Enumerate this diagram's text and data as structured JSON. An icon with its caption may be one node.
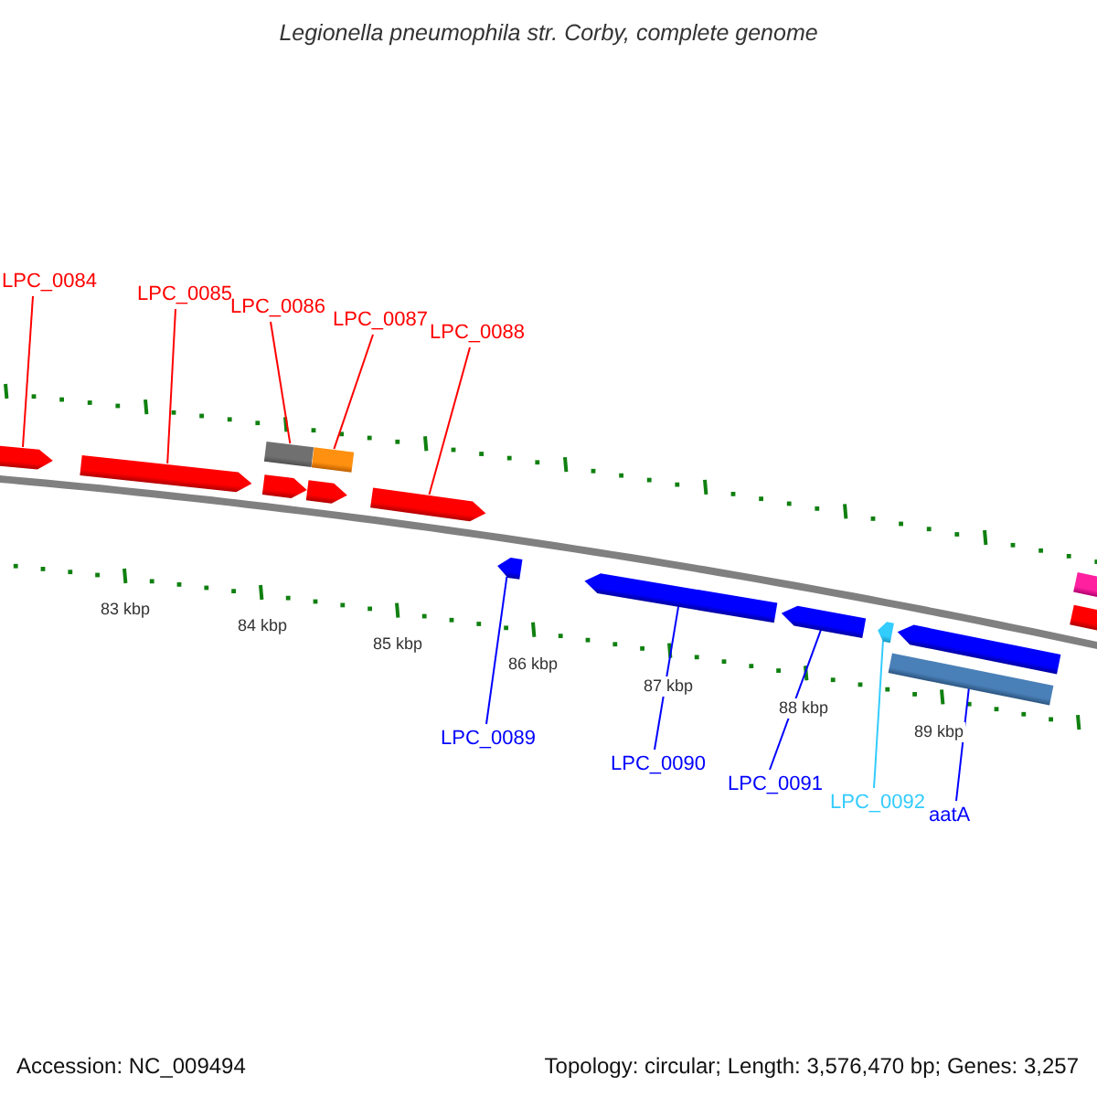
{
  "diagram": {
    "title": "Legionella pneumophila str. Corby, complete genome",
    "nodes": [
      {
        "text": [
          "LPC_0084"
        ]
      },
      {
        "text": [
          "LPC_0085"
        ]
      },
      {
        "text": [
          "LPC_0086"
        ]
      },
      {
        "text": [
          "LPC_0087"
        ]
      },
      {
        "text": [
          "LPC_0088"
        ]
      },
      {
        "text": [],
        "shape": "pentagon"
      },
      {
        "text": [],
        "shape": "pentagon"
      },
      {
        "text": [],
        "shape": "bar"
      },
      {
        "text": [],
        "shape": "bar"
      },
      {
        "text": [],
        "shape": "pentagon"
      },
      {
        "text": [],
        "shape": "pentagon"
      },
      {
        "text": [],
        "shape": "pentagon"
      },
      {
        "text": [],
        "shape": "pentagon"
      },
      {
        "text": [],
        "shape": "pentagon"
      },
      {
        "text": [],
        "shape": "pentagon"
      },
      {
        "text": [],
        "shape": "pentagon"
      },
      {
        "text": [],
        "shape": "pentagon"
      },
      {
        "text": [],
        "shape": "bar"
      },
      {
        "text": [],
        "shape": "bar"
      },
      {
        "text": [],
        "shape": "bar"
      },
      {
        "text": [
          "LPC_0089"
        ]
      },
      {
        "text": [
          "LPC_0090"
        ]
      },
      {
        "text": [
          "LPC_0091"
        ]
      },
      {
        "text": [
          "LPC_0092"
        ]
      },
      {
        "text": [
          "aatA"
        ]
      }
    ],
    "edges": [
      {
        "from": 0,
        "to": 5,
        "arrow": "none"
      },
      {
        "from": 1,
        "to": 6,
        "arrow": "none"
      },
      {
        "from": 2,
        "to": 7,
        "arrow": "none"
      },
      {
        "from": 3,
        "to": 8,
        "arrow": "none"
      },
      {
        "from": 4,
        "to": 11,
        "arrow": "none"
      },
      {
        "from": 20,
        "to": 12,
        "arrow": "none",
        "color": "#0000ff"
      },
      {
        "from": 21,
        "to": 13,
        "arrow": "none",
        "color": "#0000ff"
      },
      {
        "from": 22,
        "to": 14,
        "arrow": "none",
        "color": "#0000ff"
      },
      {
        "from": 23,
        "to": 15,
        "arrow": "none",
        "color": "#33ccff"
      },
      {
        "from": 24,
        "to": 17,
        "arrow": "none",
        "color": "#0000ff"
      }
    ],
    "labels": [
      "83 kbp",
      "84 kbp",
      "85 kbp",
      "86 kbp",
      "87 kbp",
      "88 kbp",
      "89 kbp",
      "Accession: NC_009494",
      "Topology: circular; Length: 3,576,470 bp; Genes: 3,257"
    ]
  }
}
